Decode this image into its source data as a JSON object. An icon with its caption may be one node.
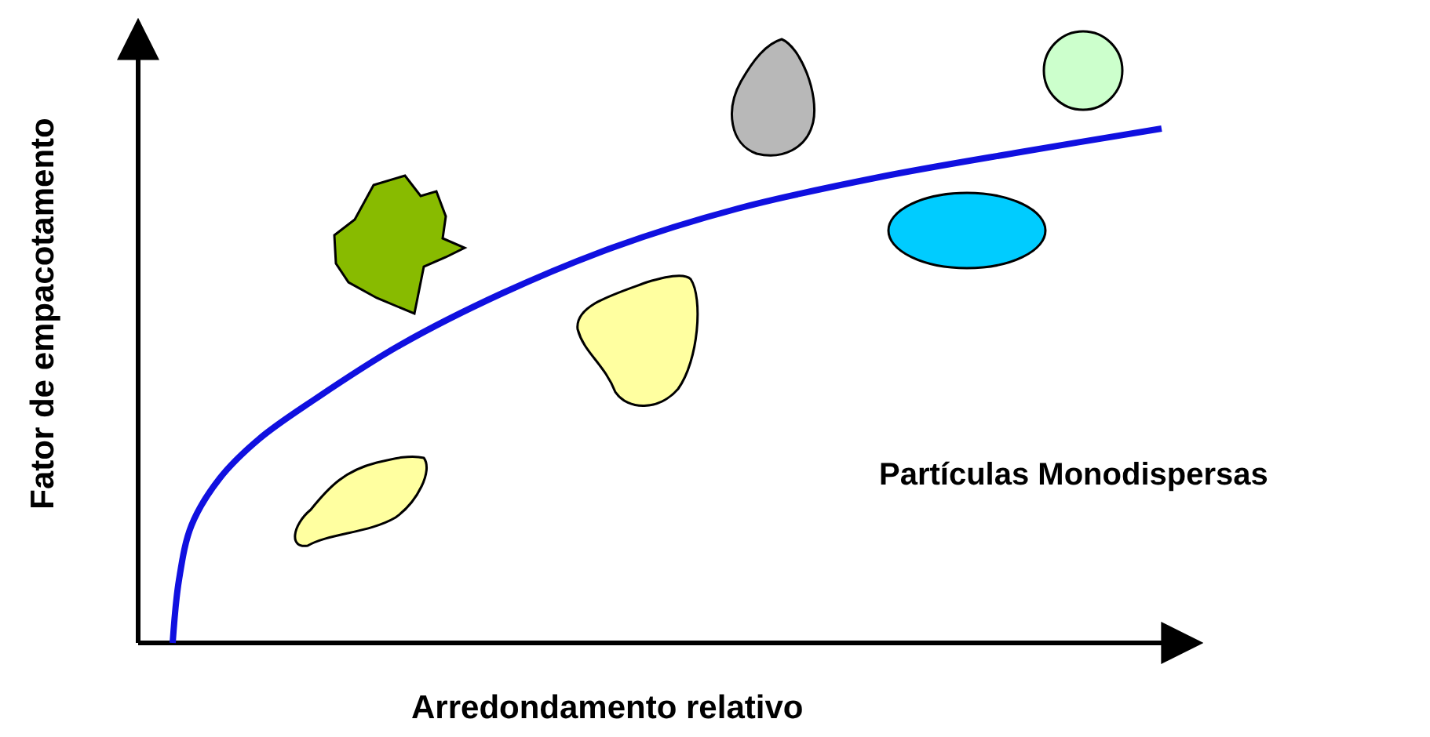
{
  "diagram": {
    "labels": [
      "Fator de empacotamento",
      "Partículas Monodispersas",
      "Arredondamento relativo"
    ]
  }
}
